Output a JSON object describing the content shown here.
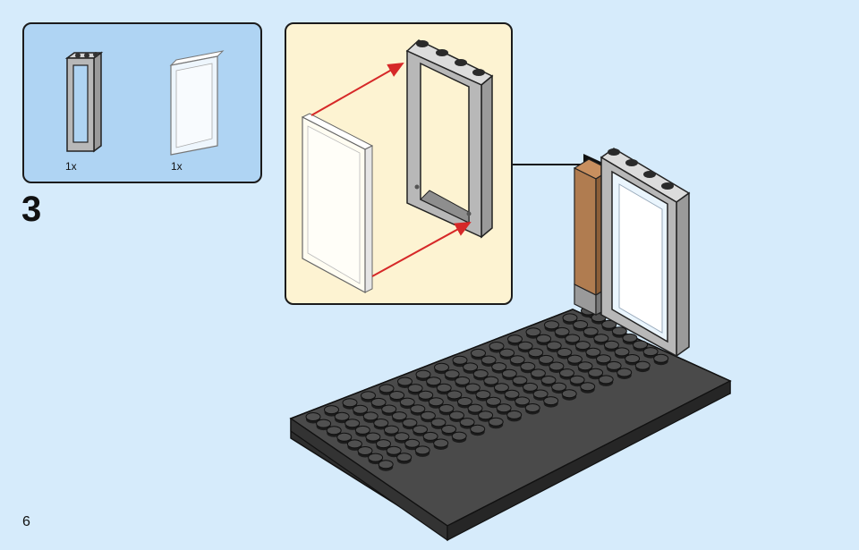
{
  "parts_list": {
    "items": [
      {
        "name": "door-frame-1x4x6",
        "quantity": "1x"
      },
      {
        "name": "transparent-glass-panel",
        "quantity": "1x"
      }
    ]
  },
  "step": {
    "number": "3"
  },
  "page": {
    "number": "6"
  },
  "colors": {
    "background": "#d6ebfb",
    "parts_box": "#afd4f3",
    "callout": "#fdf3d2",
    "frame_gray": "#b8b8b8",
    "baseplate": "#3d3d3d",
    "arrow_red": "#d62828",
    "brown_brick": "#b07c50"
  }
}
